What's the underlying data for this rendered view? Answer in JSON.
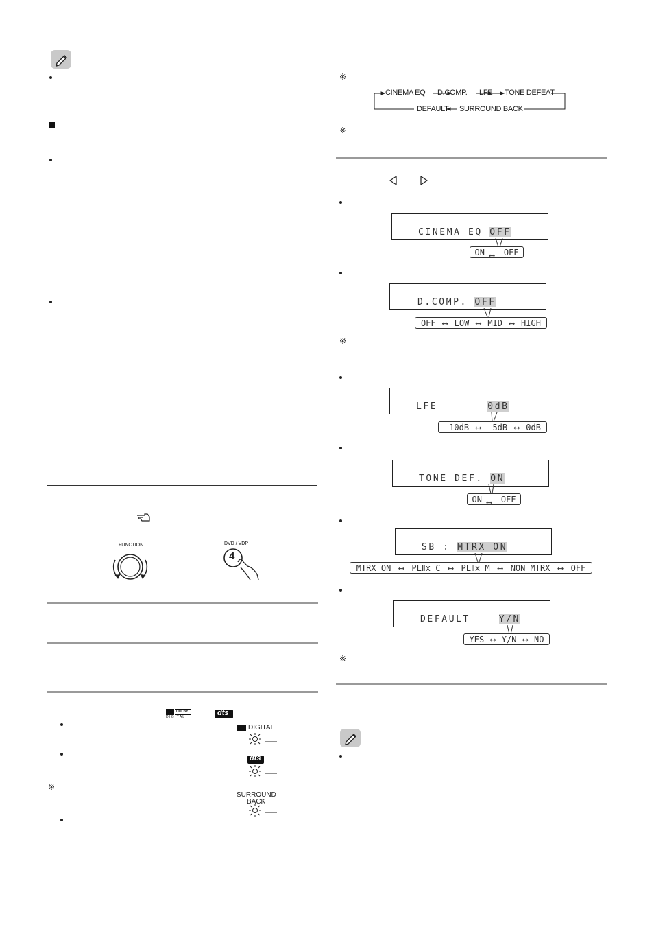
{
  "flow": {
    "top": [
      "CINEMA EQ",
      "D.COMP.",
      "LFE",
      "TONE DEFEAT"
    ],
    "bottom": [
      "DEFAULT",
      "SURROUND BACK"
    ]
  },
  "lcd": [
    {
      "label": "CINEMA EQ ",
      "value": "OFF",
      "options": [
        "ON",
        "OFF"
      ]
    },
    {
      "label": "D.COMP. ",
      "value": "OFF",
      "options": [
        "OFF",
        "LOW",
        "MID",
        "HIGH"
      ]
    },
    {
      "label": "LFE       ",
      "value": "0dB",
      "options": [
        "-10dB",
        "-5dB",
        "0dB"
      ]
    },
    {
      "label": "TONE DEF. ",
      "value": "ON",
      "options": [
        "ON",
        "OFF"
      ]
    },
    {
      "label": "SB : ",
      "value": "MTRX ON",
      "options": [
        "MTRX ON",
        "PLⅡx C",
        "PLⅡx M",
        "NON MTRX",
        "OFF"
      ]
    },
    {
      "label": "DEFAULT    ",
      "value": "Y/N",
      "options": [
        "YES",
        "Y/N",
        "NO"
      ]
    }
  ],
  "knob_label": "FUNCTION",
  "button": {
    "label": "DVD / VDP",
    "number": "4"
  },
  "indicators": {
    "dolby_digital": "DIGITAL",
    "dts": "dts",
    "surround_back_1": "SURROUND",
    "surround_back_2": "BACK"
  },
  "logos": {
    "dolby": "DOLBY",
    "dolby_sub": "D I G I T A L"
  }
}
